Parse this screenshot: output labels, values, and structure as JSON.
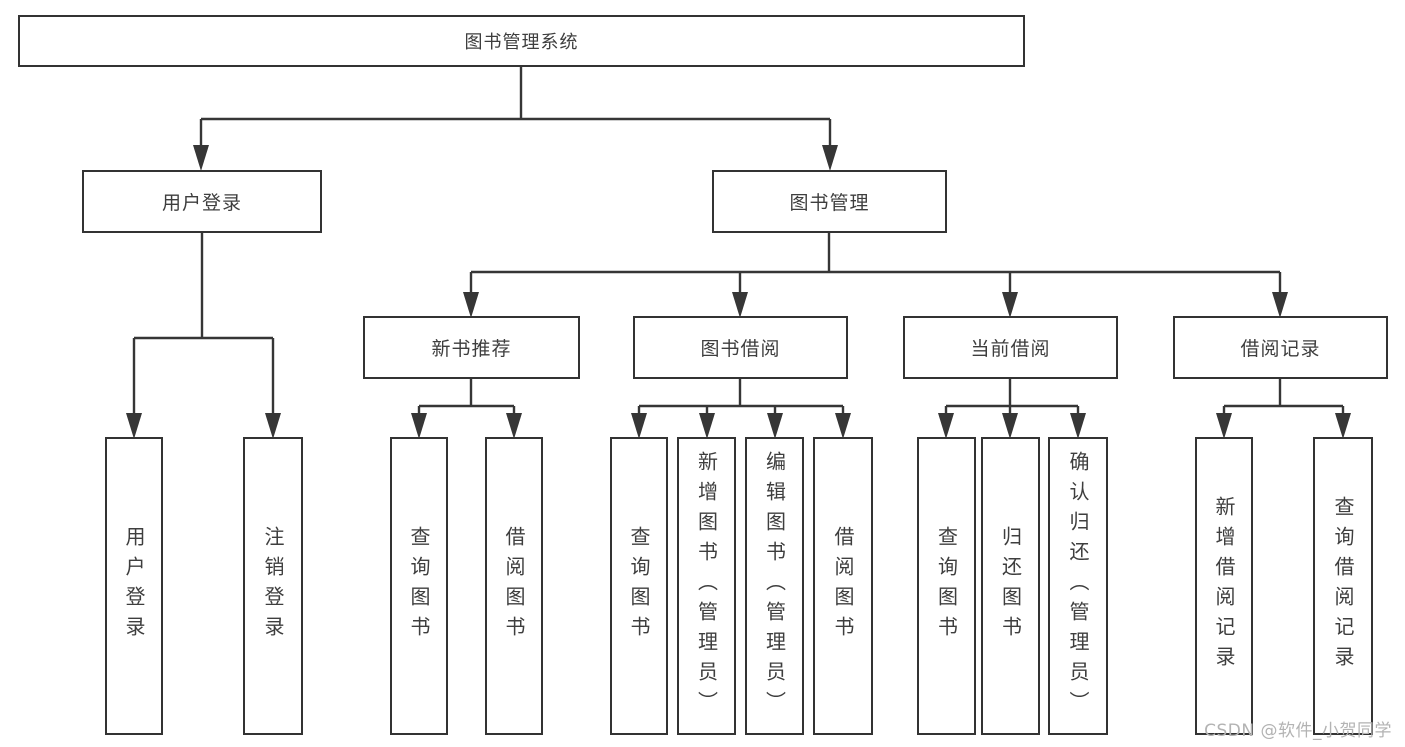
{
  "diagram": {
    "root": {
      "label": "图书管理系统"
    },
    "level2": [
      {
        "label": "用户登录"
      },
      {
        "label": "图书管理"
      }
    ],
    "level3": [
      {
        "label": "新书推荐"
      },
      {
        "label": "图书借阅"
      },
      {
        "label": "当前借阅"
      },
      {
        "label": "借阅记录"
      }
    ],
    "leaves": [
      {
        "label": "用户登录"
      },
      {
        "label": "注销登录"
      },
      {
        "label": "查询图书"
      },
      {
        "label": "借阅图书"
      },
      {
        "label": "查询图书"
      },
      {
        "label": "新增图书（管理员）"
      },
      {
        "label": "编辑图书（管理员）"
      },
      {
        "label": "借阅图书"
      },
      {
        "label": "查询图书"
      },
      {
        "label": "归还图书"
      },
      {
        "label": "确认归还（管理员）"
      },
      {
        "label": "新增借阅记录"
      },
      {
        "label": "查询借阅记录"
      }
    ],
    "watermark": "CSDN @软件_小贺同学",
    "colors": {
      "line": "#363636",
      "border": "#333333",
      "text": "#3e3e3e",
      "watermark": "#b3b3b3",
      "background": "#ffffff"
    }
  }
}
